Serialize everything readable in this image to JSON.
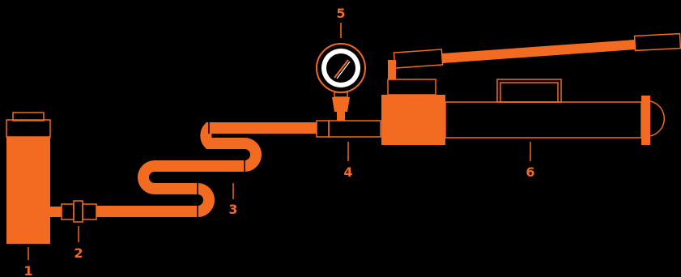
{
  "colors": {
    "background": "#000000",
    "accent": "#F26B21",
    "gauge_face": "#FFFFFF"
  },
  "labels": {
    "cylinder": "1",
    "coupler": "2",
    "hose": "3",
    "fitting": "4",
    "gauge": "5",
    "pump": "6"
  }
}
